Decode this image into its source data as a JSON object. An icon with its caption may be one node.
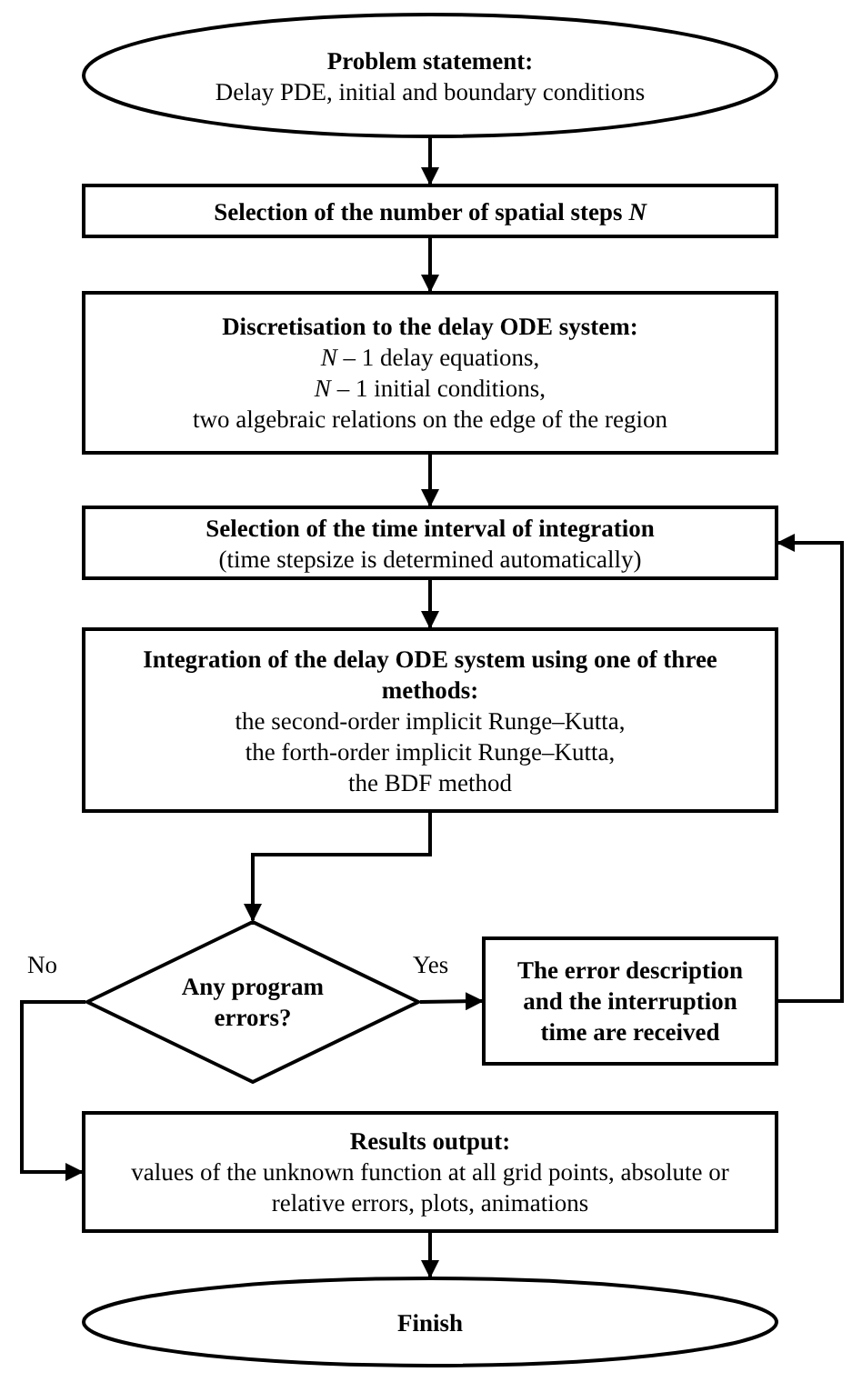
{
  "diagram": {
    "nodes": [
      {
        "text": [
          "Problem statement:",
          "Delay PDE, initial and boundary conditions"
        ]
      },
      {
        "text": [
          "Selection of the number of spatial steps *N*"
        ]
      },
      {
        "text": [
          "Discretisation to the delay ODE system:",
          "*N* – 1 delay equations,",
          "*N* – 1 initial conditions,",
          "two algebraic relations on the edge of the region"
        ]
      },
      {
        "text": [
          "Selection of the time interval of integration",
          "(time stepsize is determined automatically)"
        ]
      },
      {
        "text": [
          "Integration of the delay ODE system using one of three methods:",
          "the second-order implicit Runge–Kutta,",
          "the forth-order implicit Runge–Kutta,",
          "the BDF method"
        ]
      },
      {
        "text": [
          "Any program errors?"
        ]
      },
      {
        "text": [
          "The error description and the interruption time are received"
        ]
      },
      {
        "text": [
          "Results output:",
          "values of the unknown function at all grid points, absolute or relative errors, plots, animations"
        ]
      },
      {
        "text": [
          "Finish"
        ]
      }
    ],
    "edges": [
      {
        "from": 0,
        "to": 1,
        "arrow": "to"
      },
      {
        "from": 1,
        "to": 2,
        "arrow": "to"
      },
      {
        "from": 2,
        "to": 3,
        "arrow": "to"
      },
      {
        "from": 3,
        "to": 4,
        "arrow": "to"
      },
      {
        "from": 4,
        "to": 5,
        "arrow": "to"
      },
      {
        "from": 5,
        "to": 6,
        "arrow": "to",
        "label": "Yes"
      },
      {
        "from": 5,
        "to": 7,
        "arrow": "to",
        "label": "No"
      },
      {
        "from": 6,
        "to": 3,
        "arrow": "to"
      },
      {
        "from": 7,
        "to": 8,
        "arrow": "to"
      }
    ]
  }
}
